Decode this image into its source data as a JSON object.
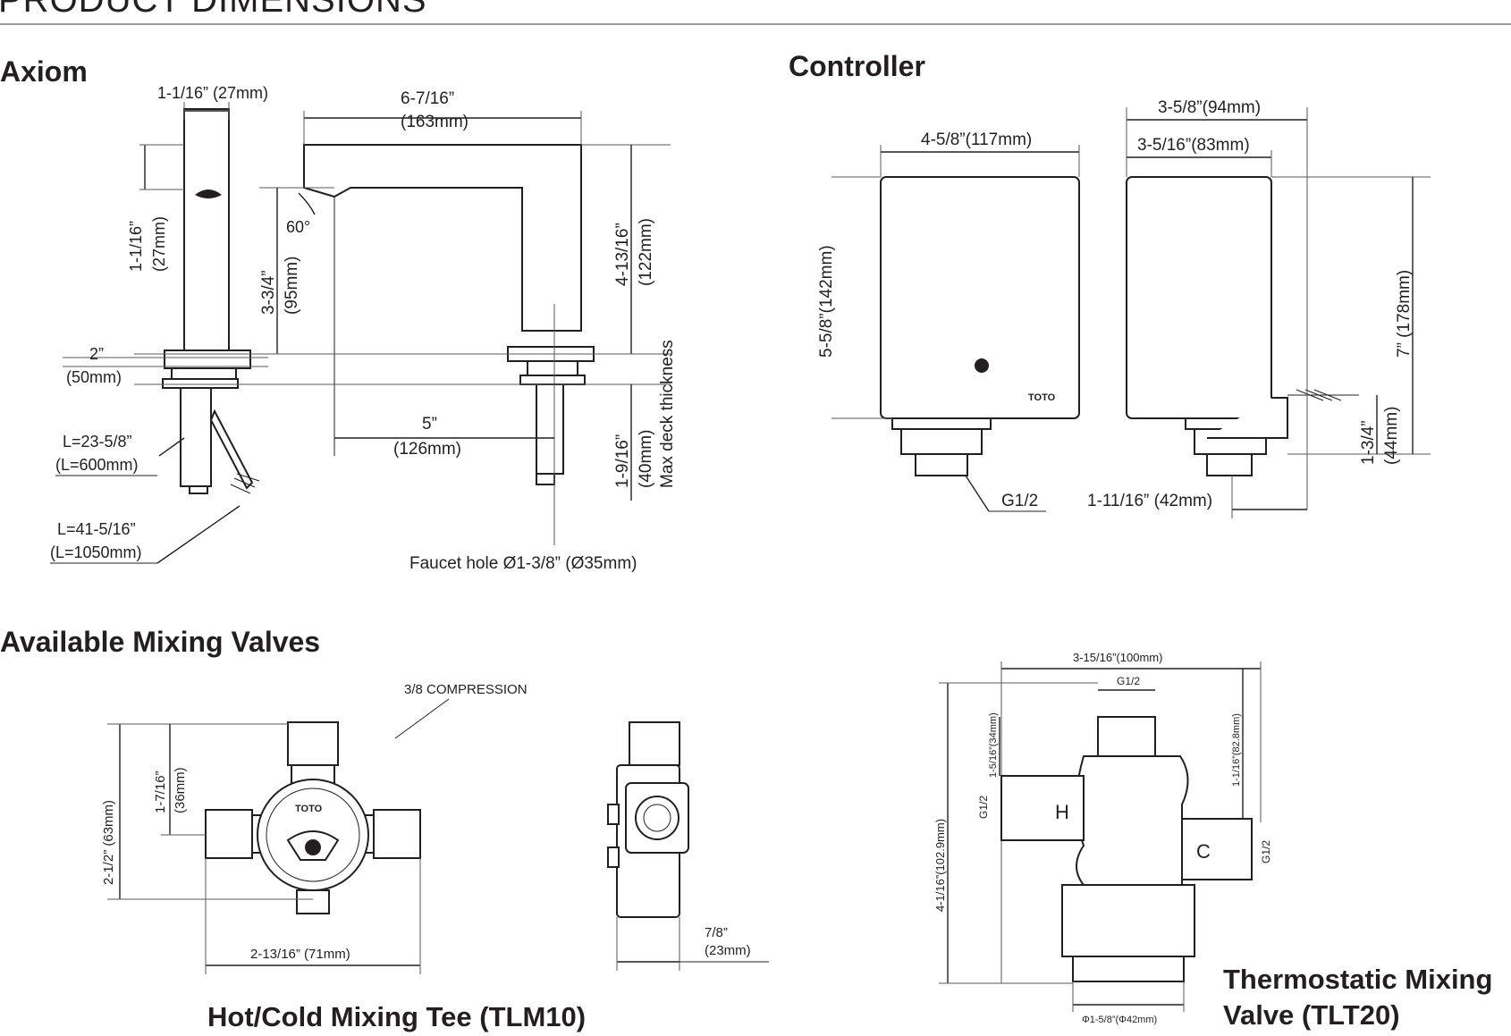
{
  "page_title": "PRODUCT DIMENSIONS",
  "sections": {
    "axiom": "Axiom",
    "controller": "Controller",
    "mixing_valves": "Available Mixing Valves"
  },
  "axiom": {
    "spout_width": "1-1/16” (27mm)",
    "spout_reach_in": "6-7/16”",
    "spout_reach_mm": "(163mm)",
    "spout_height_in": "1-1/16”",
    "spout_height_mm": "(27mm)",
    "angle": "60°",
    "outlet_height_in": "3-3/4”",
    "outlet_height_mm": "(95mm)",
    "total_height_in": "4-13/16”",
    "total_height_mm": "(122mm)",
    "base_in": "2”",
    "base_mm": "(50mm)",
    "hose1_in": "L=23-5/8”",
    "hose1_mm": "(L=600mm)",
    "hose2_in": "L=41-5/16”",
    "hose2_mm": "(L=1050mm)",
    "hole_offset_in": "5”",
    "hole_offset_mm": "(126mm)",
    "deck_in": "1-9/16”",
    "deck_mm": "(40mm)",
    "deck_label": "Max deck thickness",
    "faucet_hole": "Faucet hole Ø1-3/8” (Ø35mm)"
  },
  "controller": {
    "front_width": "4-5/8”(117mm)",
    "front_height": "5-5/8”(142mm)",
    "side_width_total": "3-5/8”(94mm)",
    "side_width_body": "3-5/16”(83mm)",
    "side_height": "7” (178mm)",
    "bracket_height_in": "1-3/4”",
    "bracket_height_mm": "(44mm)",
    "thread": "G1/2",
    "offset": "1-11/16” (42mm)",
    "brand": "TOTO"
  },
  "tlm10": {
    "compression": "3/8 COMPRESSION",
    "height_total": "2-1/2” (63mm)",
    "height_upper_in": "1-7/16”",
    "height_upper_mm": "(36mm)",
    "width": "2-13/16” (71mm)",
    "depth_in": "7/8”",
    "depth_mm": "(23mm)",
    "brand": "TOTO",
    "caption": "Hot/Cold Mixing Tee (TLM10)"
  },
  "tlt20": {
    "width": "3-15/16”(100mm)",
    "top_thread": "G1/2",
    "height": "4-1/16”(102.9mm)",
    "inlet_offset": "1-5/16”(34mm)",
    "right_height": "1-1/16”(82.8mm)",
    "left_thread": "G1/2",
    "right_thread": "G1/2",
    "bottom_dia": "Φ1-5/8”(Φ42mm)",
    "hot": "H",
    "cold": "C",
    "caption_line1": "Thermostatic Mixing",
    "caption_line2": "Valve (TLT20)"
  }
}
